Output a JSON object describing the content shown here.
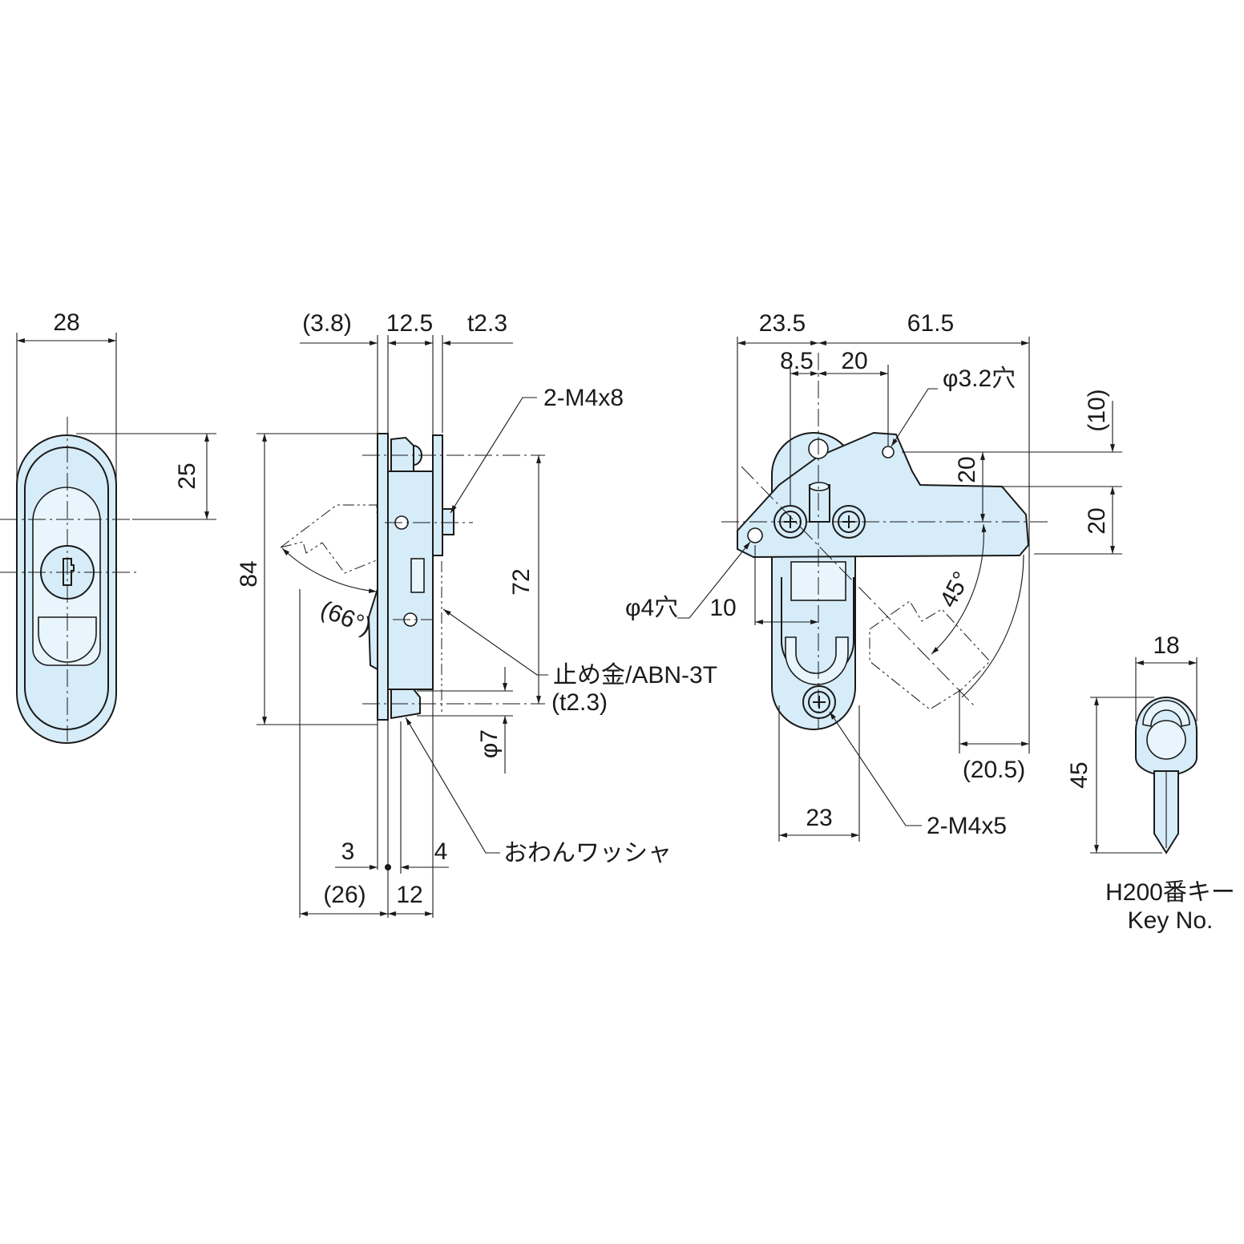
{
  "front_view": {
    "dim_width": "28",
    "dim_top_to_key": "25"
  },
  "side_view": {
    "dim_offset": "(3.8)",
    "dim_depth": "12.5",
    "dim_plate": "t2.3",
    "dim_height": "84",
    "dim_mount_pitch": "72",
    "dim_angle": "(66°)",
    "dim_rod": "φ7",
    "dim_3": "3",
    "dim_4": "4",
    "dim_26": "(26)",
    "dim_12": "12",
    "screw_label": "2-M4x8",
    "stopper_label": "止め金/ABN-3T",
    "stopper_thickness": "(t2.3)",
    "washer_label": "おわんワッシャ"
  },
  "rear_view": {
    "dim_23_5": "23.5",
    "dim_61_5": "61.5",
    "dim_8_5": "8.5",
    "dim_20_top": "20",
    "hole_small": "φ3.2穴",
    "dim_10_paren": "(10)",
    "dim_20_v1": "20",
    "dim_20_v2": "20",
    "dim_45": "45°",
    "hole_large": "φ4穴",
    "dim_10": "10",
    "dim_20_5": "(20.5)",
    "dim_23": "23",
    "screw_label": "2-M4x5"
  },
  "key_view": {
    "dim_width": "18",
    "dim_length": "45",
    "key_label_jp": "H200番キー",
    "key_label_en": "Key No."
  }
}
